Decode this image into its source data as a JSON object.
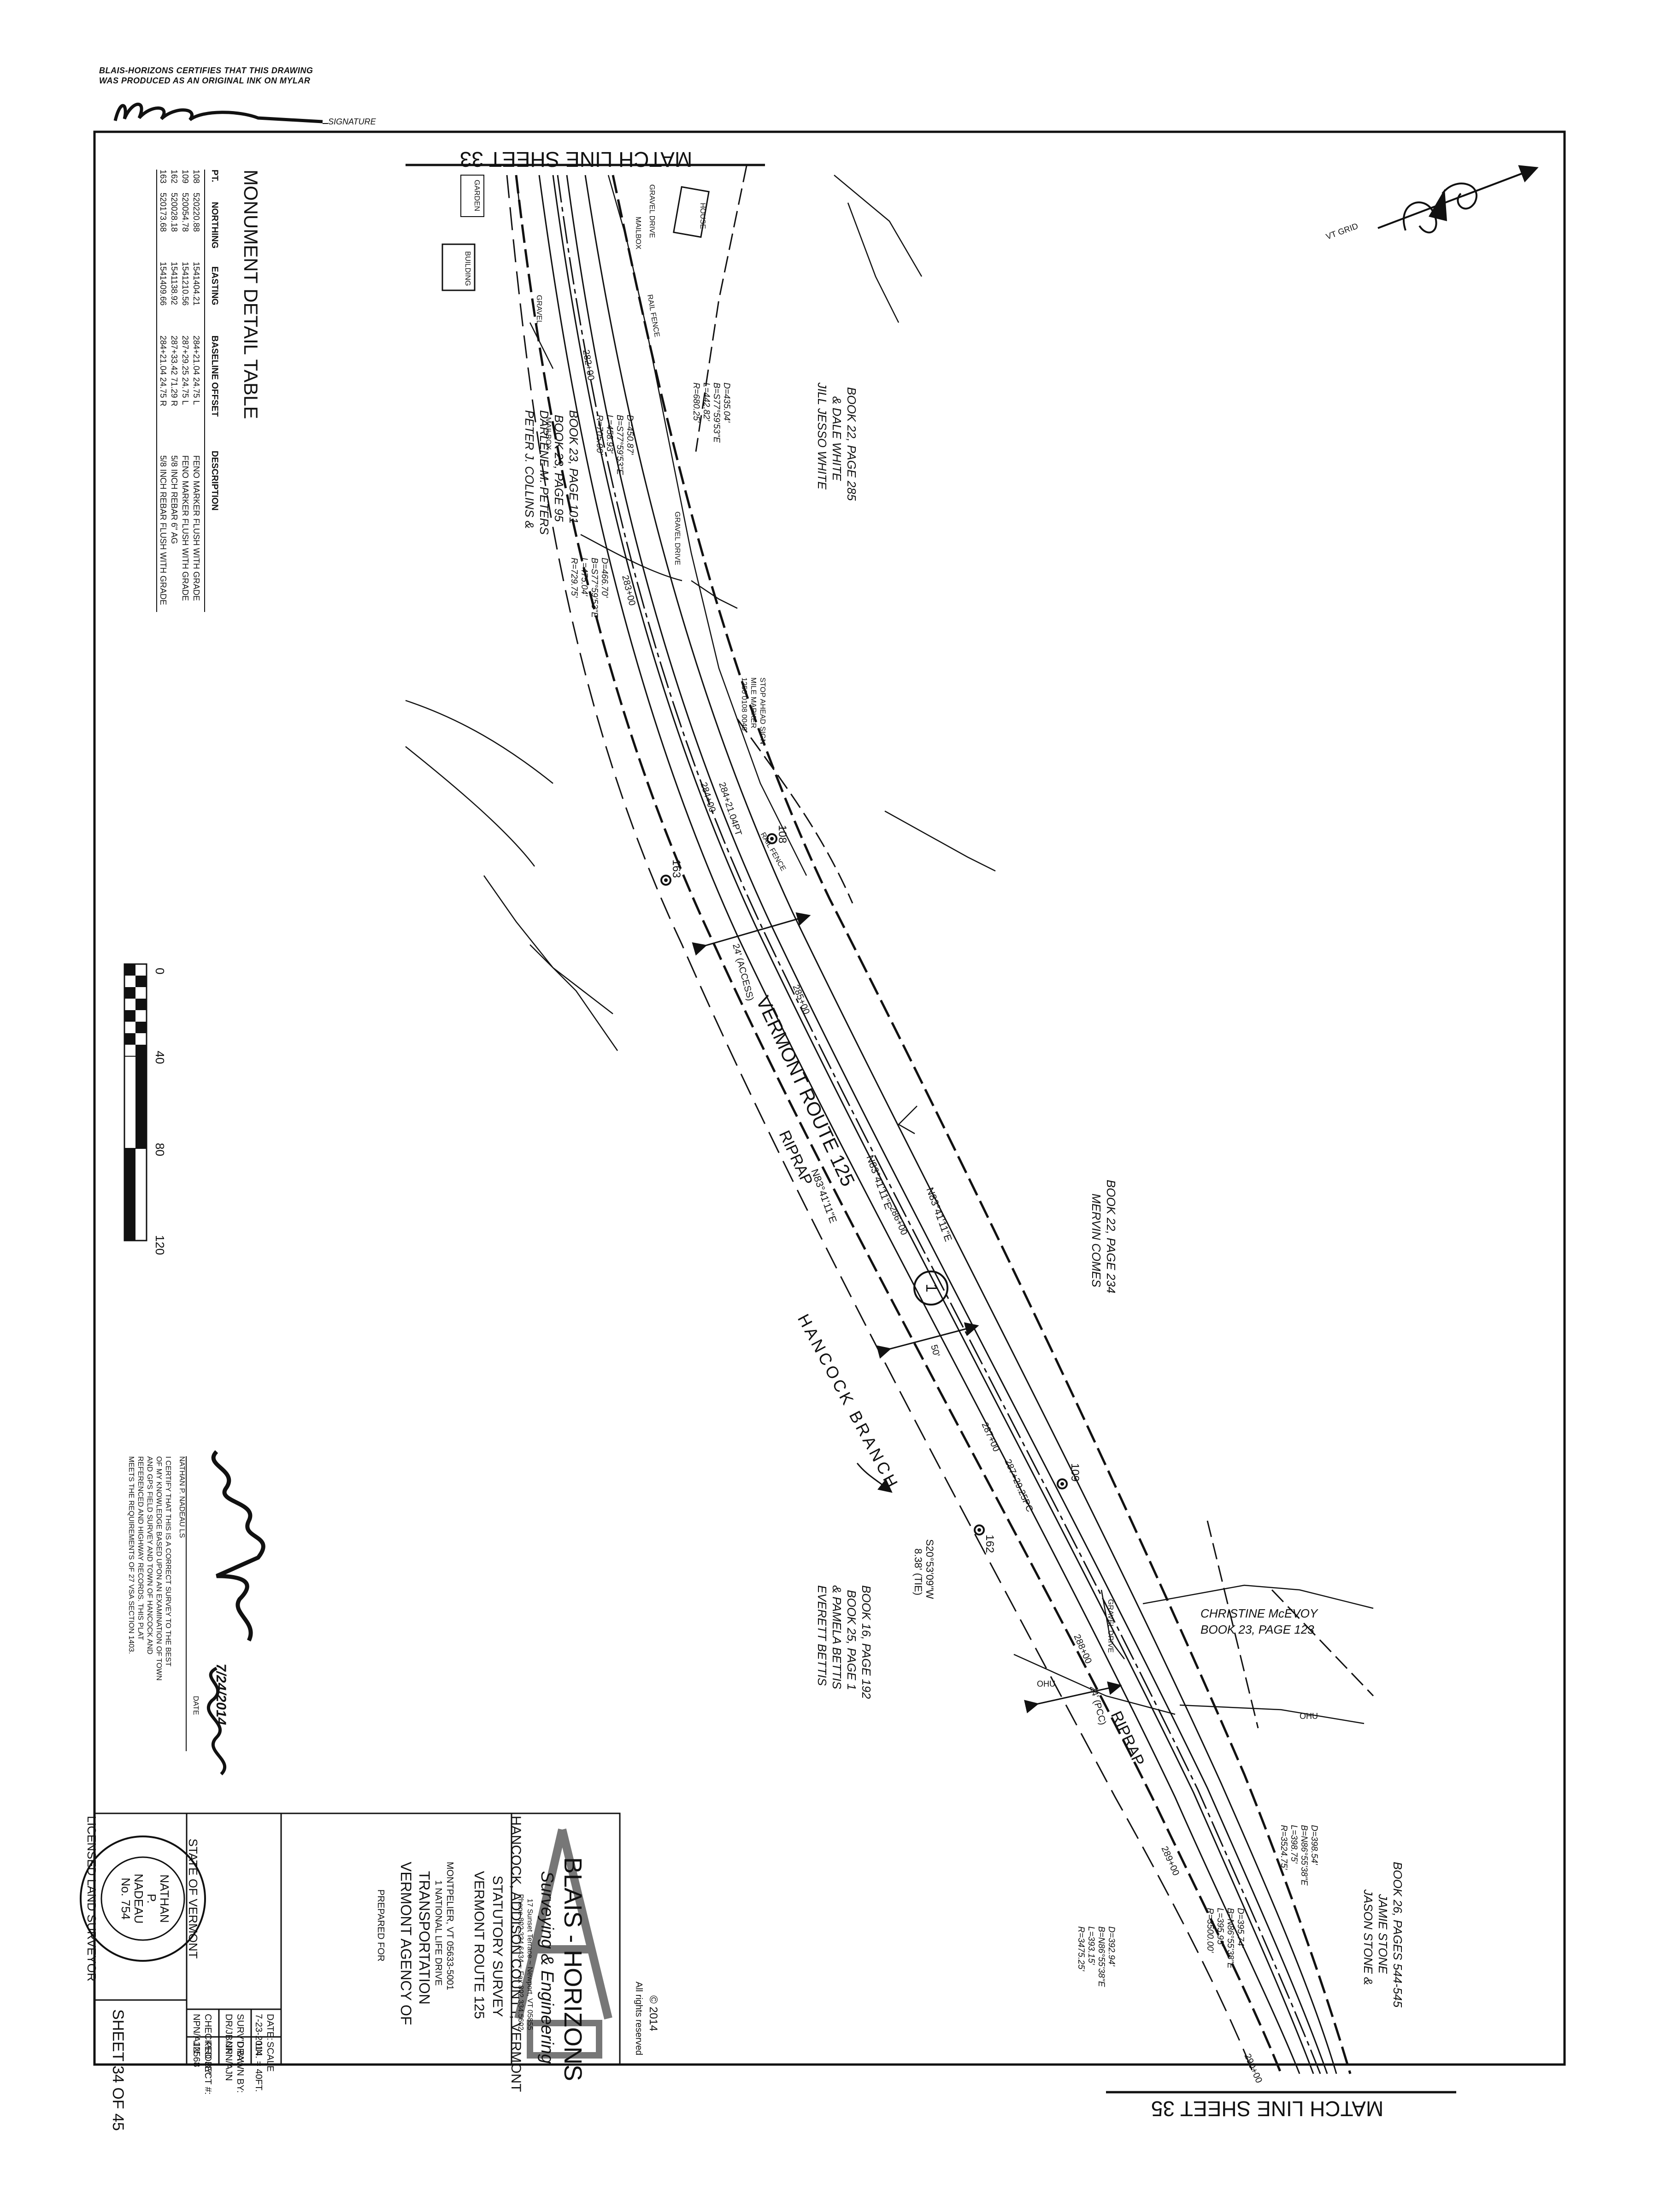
{
  "certification": {
    "line1": "BLAIS-HORIZONS CERTIFIES THAT THIS DRAWING",
    "line2": "WAS PRODUCED AS AN ORIGINAL INK ON MYLAR",
    "signature_label": "SIGNATURE"
  },
  "match_lines": {
    "top": "MATCH LINE SHEET 33",
    "bottom": "MATCH LINE SHEET 35"
  },
  "north_arrow": {
    "label": "VT GRID"
  },
  "monument_table": {
    "title": "MONUMENT DETAIL TABLE",
    "headers": [
      "PT.",
      "NORTHING",
      "EASTING",
      "BASELINE OFFSET",
      "DESCRIPTION"
    ],
    "rows": [
      [
        "108",
        "520220.88",
        "1541404.21",
        "284+21.04 24.75 L",
        "FENO MARKER FLUSH WITH GRADE"
      ],
      [
        "109",
        "520054.78",
        "1541210.56",
        "287+29.25 24.75 L",
        "FENO MARKER FLUSH WITH GRADE"
      ],
      [
        "162",
        "520028.18",
        "1541138.92",
        "287+33.42 71.29 R",
        "5/8 INCH REBAR 6\" AG"
      ],
      [
        "163",
        "520173.68",
        "1541409.66",
        "284+21.04 24.75 R",
        "5/8 INCH REBAR FLUSH WITH GRADE"
      ]
    ]
  },
  "scale_bar": {
    "ticks": [
      "0",
      "40",
      "80",
      "120"
    ]
  },
  "road": {
    "name": "VERMONT ROUTE 125",
    "stream": "HANCOCK BRANCH",
    "riprap": "RIPRAP",
    "bearing": "N83°41'11\"E",
    "ohu": "OHU",
    "stations": [
      "282+00",
      "283+00",
      "284+00",
      "284+21.04PT",
      "285+00",
      "286+00",
      "287+00",
      "287+29.25PC",
      "288+00",
      "289+00",
      "290+00"
    ],
    "widths": [
      "24' (ACCESS)",
      "50'",
      "24' (PCC)"
    ],
    "curve_badge": "1"
  },
  "curves": {
    "c1": [
      "R=680.25'",
      "L=442.82'",
      "B=S77°59'53\"E",
      "D=435.04'"
    ],
    "c2": [
      "R=705.00'",
      "L=458.93'",
      "B=S77°59'53\"E",
      "D=450.87'"
    ],
    "c3": [
      "R=729.75'",
      "L=475.04'",
      "B=S77°59'53\"E",
      "D=466.70'"
    ],
    "c4": [
      "R=3524.75'",
      "L=398.75'",
      "B=N86°55'38\"E",
      "D=398.54'"
    ],
    "c5": [
      "R=3500.00'",
      "L=395.95'",
      "B=N86°55'38\"E",
      "D=395.74'"
    ],
    "c6": [
      "R=3475.25'",
      "L=393.15'",
      "B=N86°55'38\"E",
      "D=392.94'"
    ]
  },
  "owners": {
    "jill": [
      "JILL JESSO WHITE",
      "& DALE WHITE",
      "BOOK 22, PAGE 285"
    ],
    "peter": [
      "PETER J. COLLINS &",
      "DARLENE M. PETERS",
      "BOOK 23, PAGE 95",
      "BOOK 23, PAGE 101"
    ],
    "mervin": [
      "MERVIN COMES",
      "BOOK 22, PAGE 234"
    ],
    "christine": [
      "CHRISTINE McEVOY",
      "BOOK 23, PAGE 123"
    ],
    "everett": [
      "EVERETT BETTIS",
      "& PAMELA BETTIS",
      "BOOK 25, PAGE 1",
      "BOOK 16, PAGE 192"
    ],
    "jason": [
      "JASON STONE &",
      "JAMIE STONE",
      "BOOK 26, PAGES 544-545"
    ]
  },
  "features": {
    "house": "HOUSE",
    "garden": "GARDEN",
    "building": "BUILDING",
    "gravel_drive": "GRAVEL DRIVE",
    "gravel": "GRAVEL",
    "mailbox": "MAILBOX",
    "rail_fence": "RAIL FENCE",
    "sign": [
      "STOP AHEAD SIGN",
      "MILE MARKER",
      "1250 0108 0040"
    ],
    "tie": [
      "S20°53'09\"W",
      "8.38' (TIE)"
    ]
  },
  "monument_labels": [
    "108",
    "109",
    "162",
    "163"
  ],
  "surveyor_cert": {
    "text": [
      "I CERTIFY THAT THIS IS A CORRECT SURVEY TO THE BEST",
      "OF MY KNOWLEDGE BASED UPON AN EXAMINATION OF TOWN",
      "AND GPS FIELD SURVEY AND TOWN OF HANCOCK AND",
      "REFERENCED AND HIGHWAY RECORDS. THIS PLAT",
      "MEETS THE REQUIREMENTS OF 27 VSA SECTION 1403."
    ],
    "name": "NATHAN P. NADEAU LS",
    "date_label": "DATE",
    "date_value": "7/24/2014"
  },
  "title_block": {
    "firm_name": "BLAIS - HORIZONS",
    "firm_tag": "Surveying & Engineering",
    "address": "17 Sunset Terrace ~ Newport, VT 05855",
    "phone": "Phone 802.334.6434 ~ Fax 802.334.5602",
    "copyright": "© 2014",
    "rights": "All rights reserved",
    "project_title": [
      "VERMONT ROUTE 125",
      "STATUTORY SURVEY",
      "HANCOCK, ADDISON COUNTY, VERMONT"
    ],
    "prepared_for": "PREPARED FOR",
    "client": [
      "VERMONT AGENCY OF",
      "TRANSPORTATION",
      "1 NATIONAL LIFE DRIVE",
      "MONTPELIER, VT 05633-5001"
    ],
    "date_label": "DATE:",
    "date": "7-23-2014",
    "scale_label": "SCALE",
    "scale": "1IN. = 40FT.",
    "survd_label": "SURV'D BY:",
    "survd": "DR/JB/JN",
    "drawn_label": "DRAWN BY:",
    "drawn": "NPN/AJN",
    "checked_label": "CHECKED BY:",
    "checked": "NPN/AJN",
    "project_label": "PROJECT #:",
    "project": "12568",
    "sheet": "SHEET 34 OF 45"
  },
  "seal": {
    "outer_top": "STATE OF VERMONT",
    "outer_bottom": "LICENSED LAND SURVEYOR",
    "inner": [
      "NATHAN",
      "P.",
      "NADEAU",
      "No. 754"
    ]
  }
}
